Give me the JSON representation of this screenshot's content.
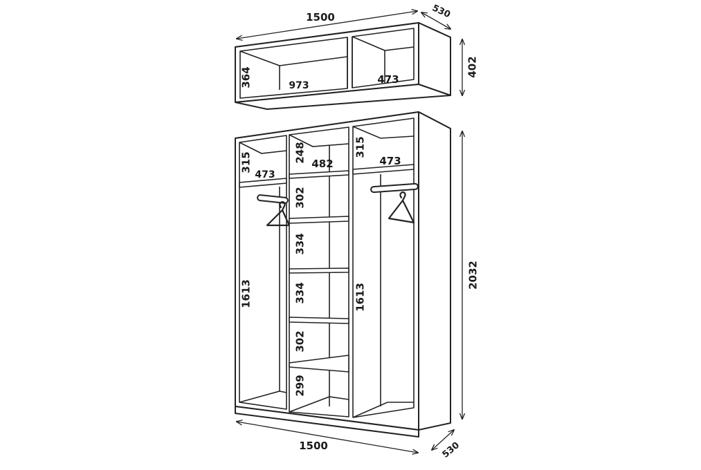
{
  "top_unit": {
    "width": "1500",
    "depth": "530",
    "height": "402",
    "compartment_height": "364",
    "left_compartment_width": "973",
    "right_compartment_width": "473"
  },
  "wardrobe": {
    "width": "1500",
    "depth": "530",
    "height": "2032",
    "left_section": {
      "top_shelf_height": "315",
      "top_shelf_width": "473",
      "hanging_height": "1613"
    },
    "middle_section": {
      "top_shelf_height": "248",
      "width": "482",
      "shelf_heights": [
        "302",
        "334",
        "334",
        "302",
        "299"
      ]
    },
    "right_section": {
      "top_shelf_height": "315",
      "top_shelf_width": "473",
      "hanging_height": "1613"
    }
  }
}
